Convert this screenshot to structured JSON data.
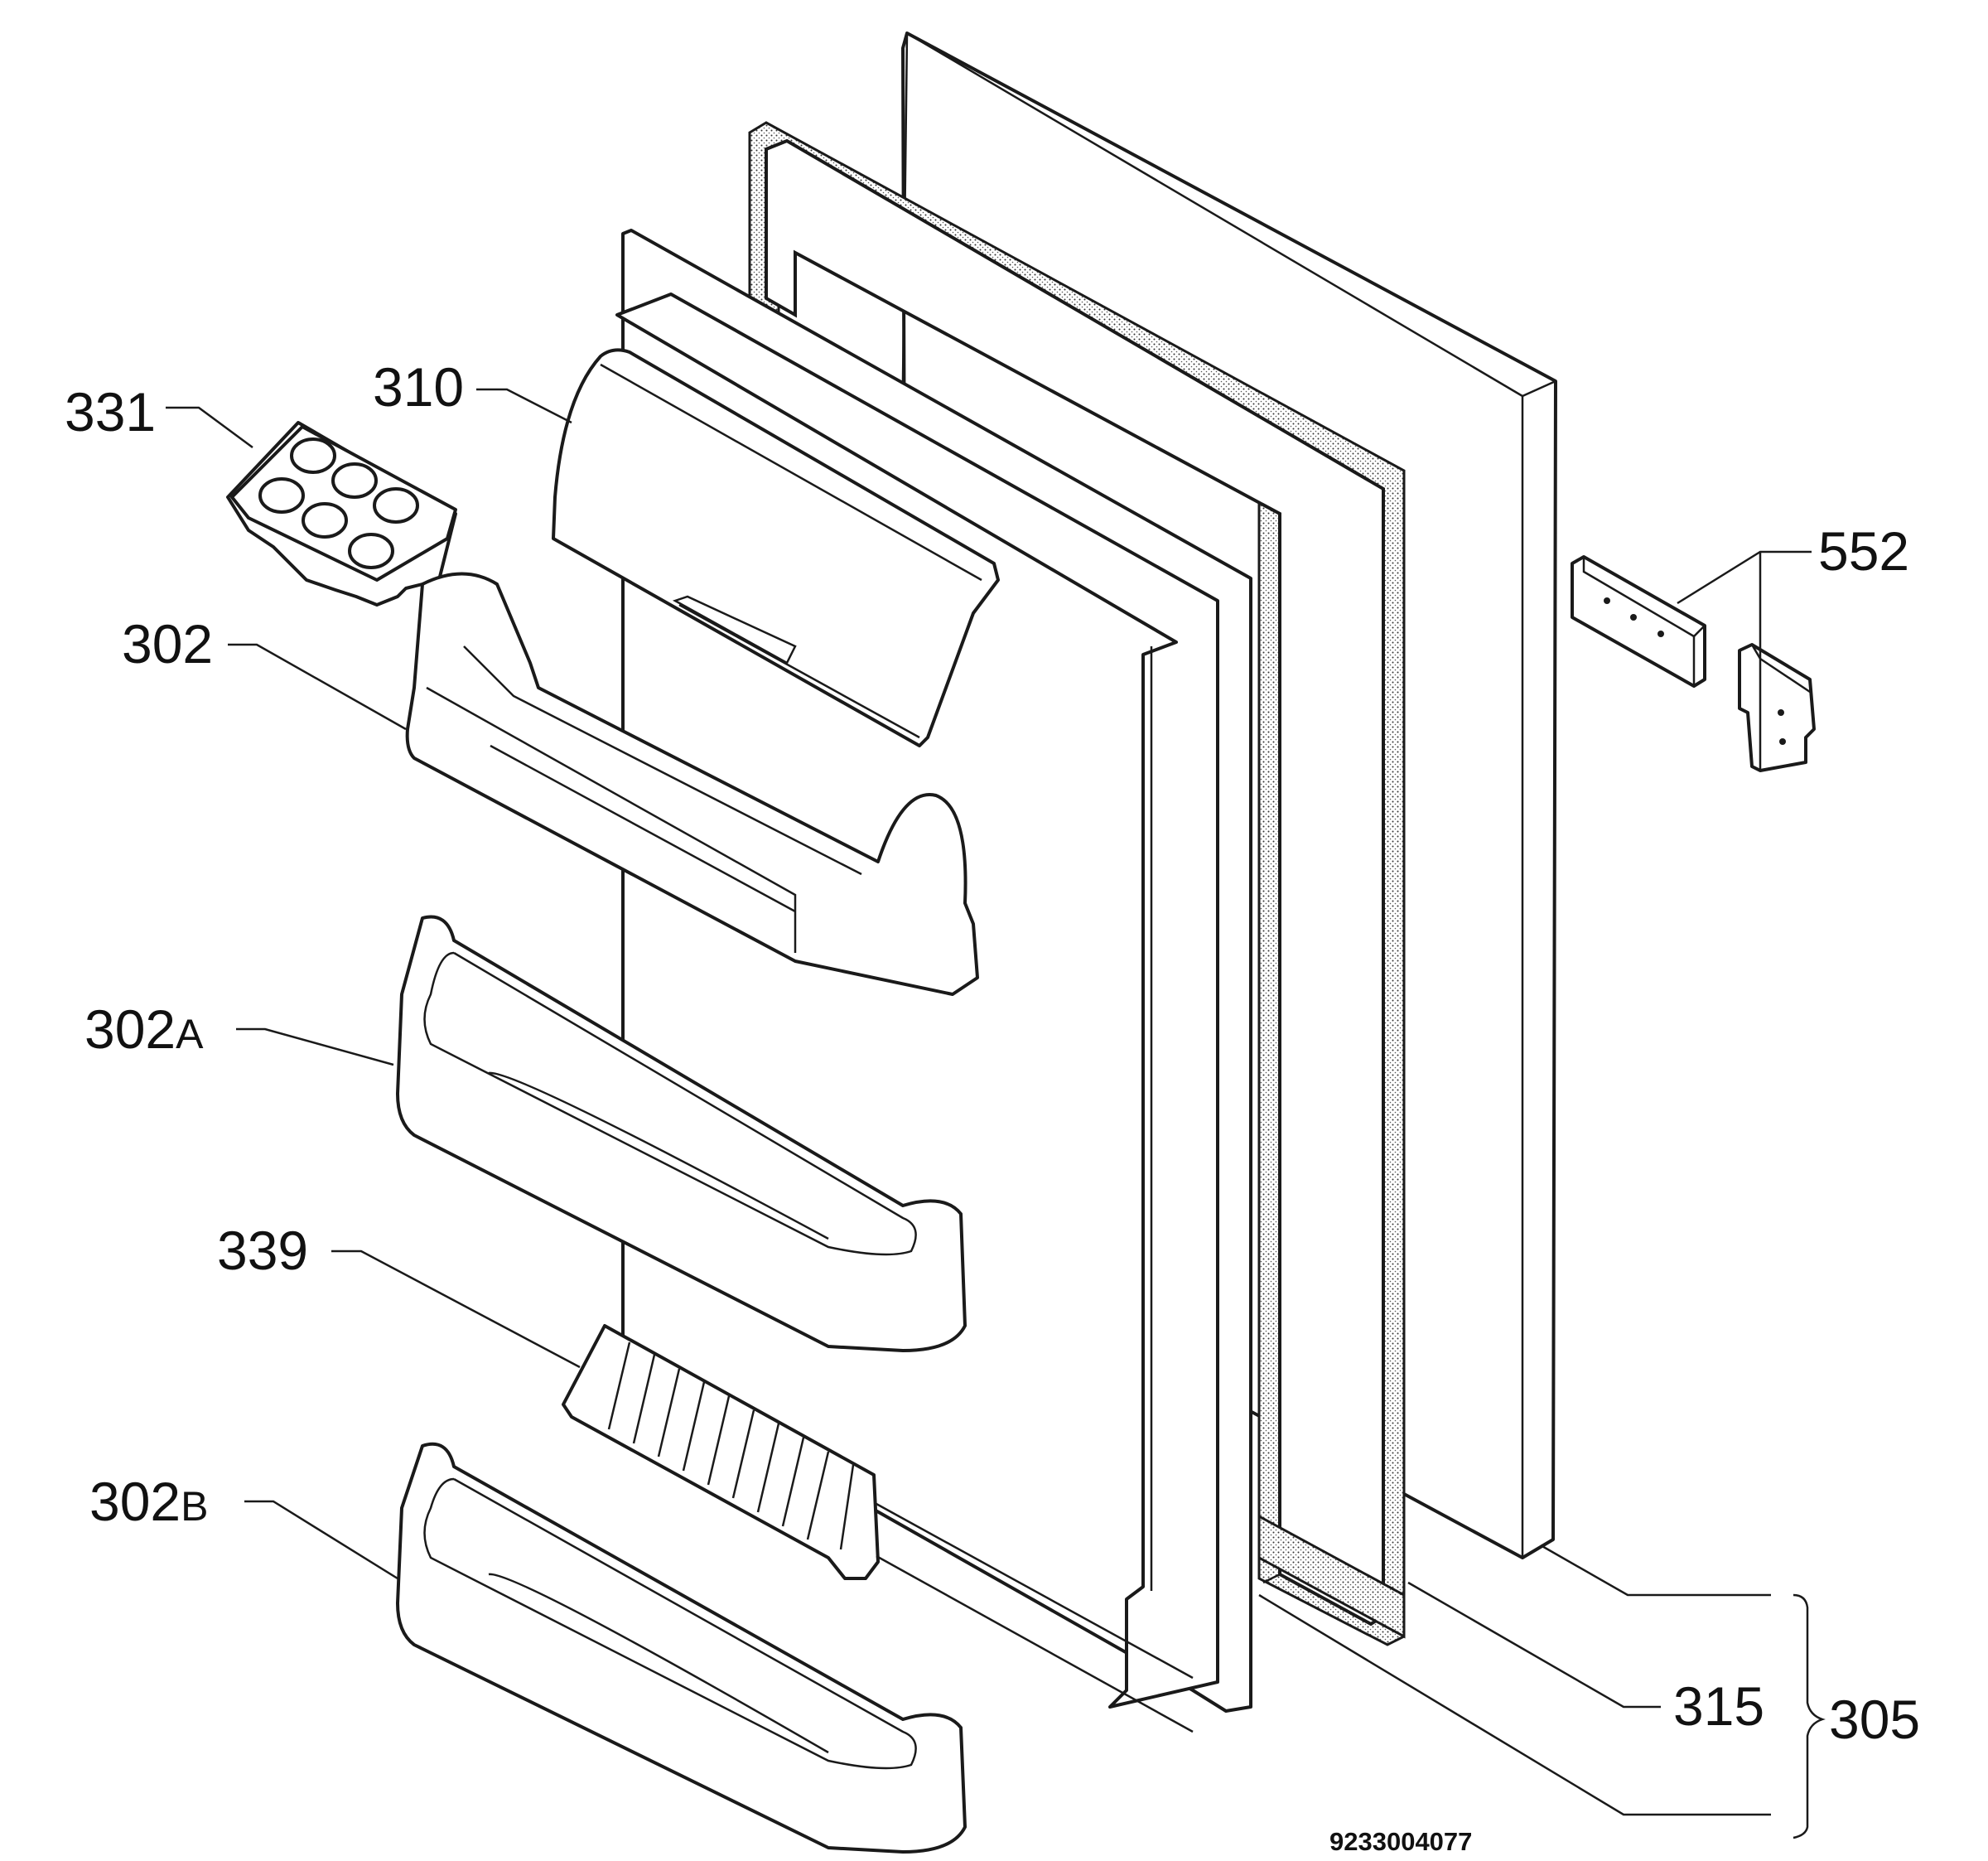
{
  "labels": {
    "p331": "331",
    "p310": "310",
    "p302": "302",
    "p302a_num": "302",
    "p302a_suf": "A",
    "p339": "339",
    "p302b_num": "302",
    "p302b_suf": "B",
    "p552": "552",
    "p315": "315",
    "p305": "305"
  },
  "drawing_number": "9233004077"
}
